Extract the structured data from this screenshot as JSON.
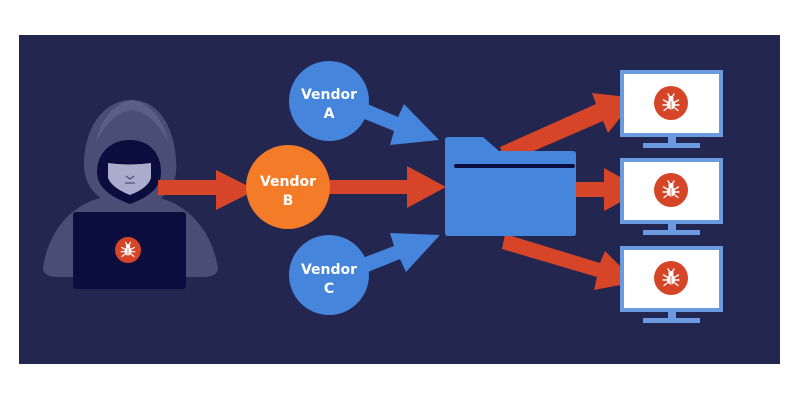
{
  "diagram": {
    "title": "Supply chain attack",
    "colors": {
      "background": "#23264f",
      "vendor_blue": "#4585db",
      "vendor_orange": "#f47b27",
      "attack_red": "#d64527",
      "monitor_frame": "#6a9be0",
      "hood": "#4a4e76",
      "hood_shade": "#3c4068",
      "face": "#a9adcb",
      "laptop": "#0b0d3f"
    },
    "attacker": {
      "label": "attacker",
      "icon": "bug-icon"
    },
    "vendors": [
      {
        "id": "A",
        "line1": "Vendor",
        "line2": "A",
        "compromised": false
      },
      {
        "id": "B",
        "line1": "Vendor",
        "line2": "B",
        "compromised": true
      },
      {
        "id": "C",
        "line1": "Vendor",
        "line2": "C",
        "compromised": false
      }
    ],
    "software_package": {
      "icon": "folder-icon"
    },
    "endpoints": [
      {
        "label": "infected-computer-1",
        "icon": "bug-icon"
      },
      {
        "label": "infected-computer-2",
        "icon": "bug-icon"
      },
      {
        "label": "infected-computer-3",
        "icon": "bug-icon"
      }
    ],
    "flows": [
      {
        "from": "attacker",
        "to": "Vendor B",
        "type": "malicious"
      },
      {
        "from": "Vendor A",
        "to": "software_package",
        "type": "normal"
      },
      {
        "from": "Vendor B",
        "to": "software_package",
        "type": "malicious"
      },
      {
        "from": "Vendor C",
        "to": "software_package",
        "type": "normal"
      },
      {
        "from": "software_package",
        "to": "computer-1",
        "type": "malicious"
      },
      {
        "from": "software_package",
        "to": "computer-2",
        "type": "malicious"
      },
      {
        "from": "software_package",
        "to": "computer-3",
        "type": "malicious"
      }
    ]
  }
}
